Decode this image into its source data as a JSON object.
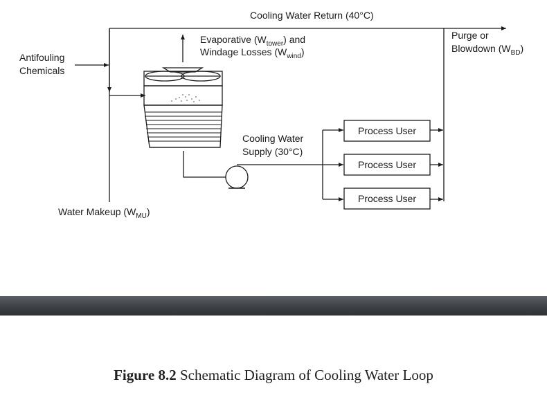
{
  "diagram": {
    "return_label": "Cooling Water Return (40°C)",
    "evap": {
      "line1_pre": "Evaporative (W",
      "line1_sub": "tower",
      "line1_post": ") and",
      "line2_pre": "Windage Losses (W",
      "line2_sub": "wind",
      "line2_post": ")"
    },
    "purge": {
      "line1": "Purge or",
      "line2_pre": "Blowdown (W",
      "line2_sub": "BD",
      "line2_post": ")"
    },
    "antifouling": {
      "line1": "Antifouling",
      "line2": "Chemicals"
    },
    "supply": {
      "line1": "Cooling Water",
      "line2": "Supply (30°C)"
    },
    "makeup": {
      "pre": "Water Makeup (W",
      "sub": "MU",
      "post": ")"
    },
    "process_users": [
      "Process User",
      "Process User",
      "Process User"
    ]
  },
  "caption": {
    "number": "Figure 8.2",
    "text": " Schematic Diagram of Cooling Water Loop"
  }
}
